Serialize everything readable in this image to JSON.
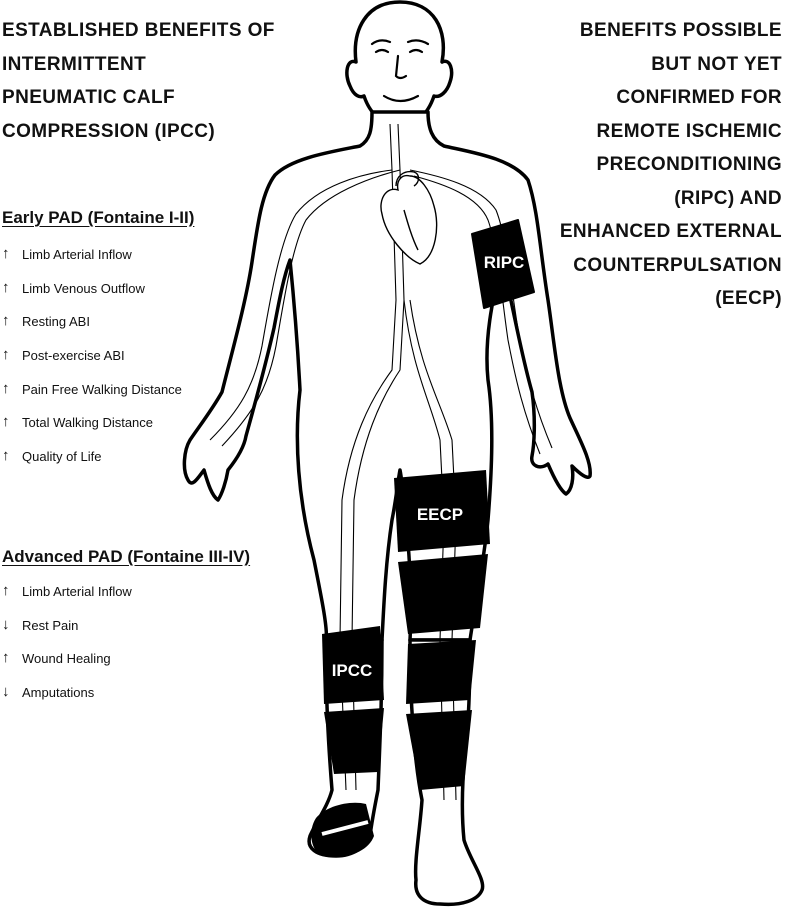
{
  "left_heading": [
    "ESTABLISHED BENEFITS OF",
    "INTERMITTENT",
    "PNEUMATIC CALF",
    "COMPRESSION (IPCC)"
  ],
  "right_heading": [
    "BENEFITS POSSIBLE",
    "BUT NOT YET",
    "CONFIRMED FOR",
    "REMOTE ISCHEMIC",
    "PRECONDITIONING",
    "(RIPC) AND",
    "ENHANCED EXTERNAL",
    "COUNTERPULSATION",
    "(EECP)"
  ],
  "early_pad": {
    "title": "Early PAD (Fontaine I-II)",
    "items": [
      {
        "label": "Limb Arterial Inflow",
        "direction": "up"
      },
      {
        "label": "Limb Venous Outflow",
        "direction": "up"
      },
      {
        "label": "Resting ABI",
        "direction": "up"
      },
      {
        "label": "Post-exercise ABI",
        "direction": "up"
      },
      {
        "label": "Pain Free Walking Distance",
        "direction": "up"
      },
      {
        "label": "Total Walking Distance",
        "direction": "up"
      },
      {
        "label": "Quality of Life",
        "direction": "up"
      }
    ]
  },
  "advanced_pad": {
    "title": "Advanced PAD (Fontaine III-IV)",
    "items": [
      {
        "label": "Limb Arterial Inflow",
        "direction": "up"
      },
      {
        "label": "Rest Pain",
        "direction": "down"
      },
      {
        "label": "Wound Healing",
        "direction": "up"
      },
      {
        "label": "Amputations",
        "direction": "down"
      }
    ]
  },
  "devices": {
    "ripc": "RIPC",
    "eecp": "EECP",
    "ipcc": "IPCC"
  }
}
